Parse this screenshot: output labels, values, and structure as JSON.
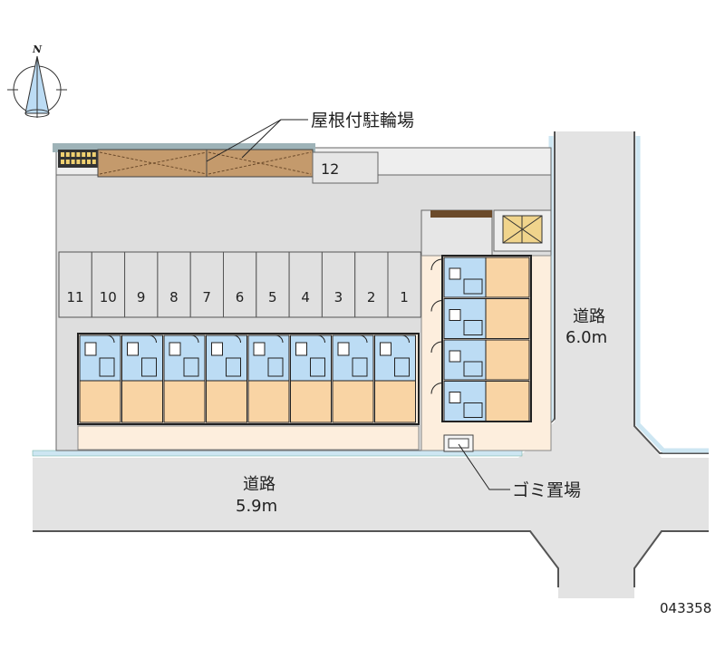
{
  "compass": {
    "north_label": "N"
  },
  "labels": {
    "bike_shed": "屋根付駐輪場",
    "garbage": "ゴミ置場",
    "road_east_name": "道路",
    "road_east_width": "6.0m",
    "road_south_name": "道路",
    "road_south_width": "5.9m",
    "code": "043358"
  },
  "parking_spaces": [
    "11",
    "10",
    "9",
    "8",
    "7",
    "6",
    "5",
    "4",
    "3",
    "2",
    "1"
  ],
  "parking_space_12": "12",
  "colors": {
    "road": "#e3e3e3",
    "lot": "#dedede",
    "unit_wet": "#bcdcf4",
    "unit_room": "#f9d4a4",
    "yard": "#fdeedd",
    "bike_shed": "#c49a6c",
    "water": "#cde6f2"
  }
}
